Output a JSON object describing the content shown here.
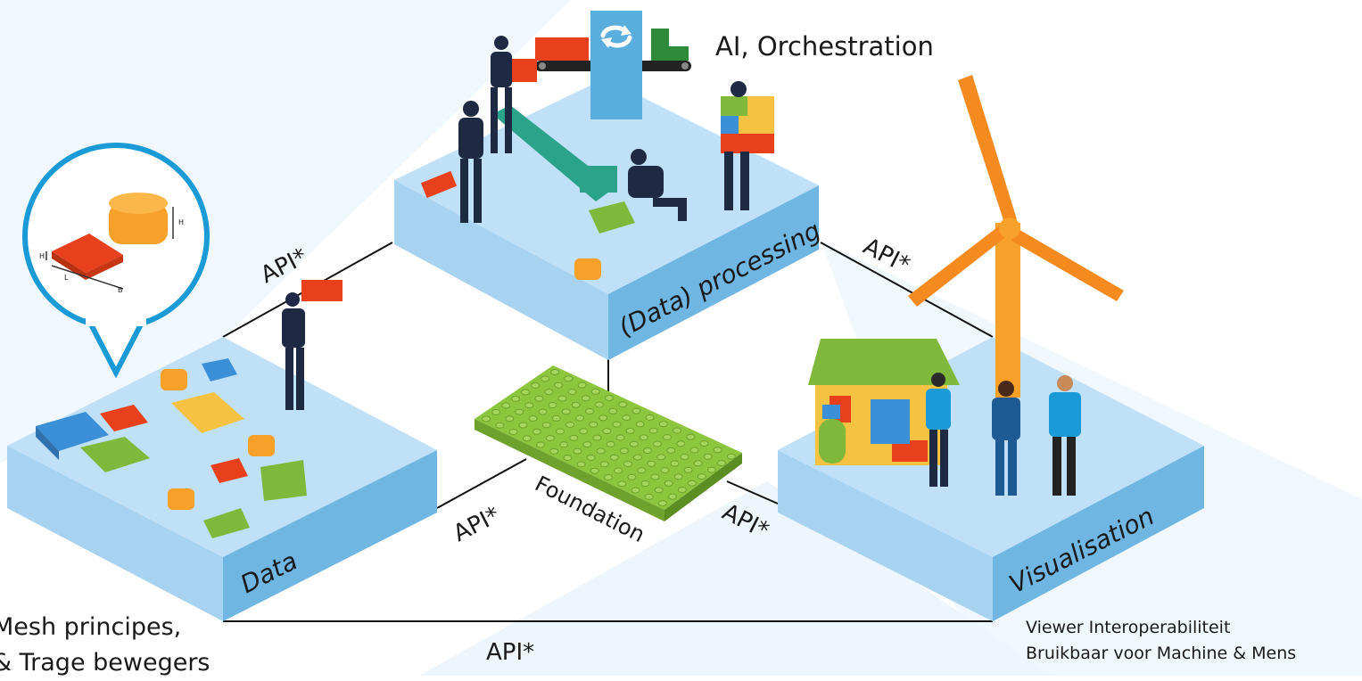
{
  "platforms": {
    "processing": "(Data) processing",
    "data": "Data",
    "visualisation": "Visualisation",
    "foundation": "Foundation"
  },
  "api_labels": {
    "processing_data": "API*",
    "processing_visualisation": "API*",
    "foundation_data": "API*",
    "foundation_visualisation": "API*",
    "bottom": "API*"
  },
  "top_caption": "AI, Orchestration",
  "bottom_left": {
    "line1": "Mesh principes,",
    "line2": "& Trage bewegers"
  },
  "bottom_right": {
    "line1": "Viewer Interoperabiliteit",
    "line2": "Bruikbaar voor Machine & Mens"
  },
  "brick_dimensions": {
    "height": "H",
    "length": "L",
    "width": "B"
  },
  "colors": {
    "platform_top": "#bfe0f7",
    "platform_side": "#6fb6e2",
    "accent_blue": "#1a9ad6",
    "brick_green": "#7fb83a",
    "brick_orange": "#f7a02a",
    "brick_red": "#e8401c",
    "brick_blue": "#3a8fd6",
    "brick_yellow": "#f5c242"
  },
  "icons": [
    "sync-arrows-icon",
    "wind-turbine-icon",
    "house-icon",
    "magnifier-bubble-icon",
    "conveyor-belt-icon"
  ]
}
